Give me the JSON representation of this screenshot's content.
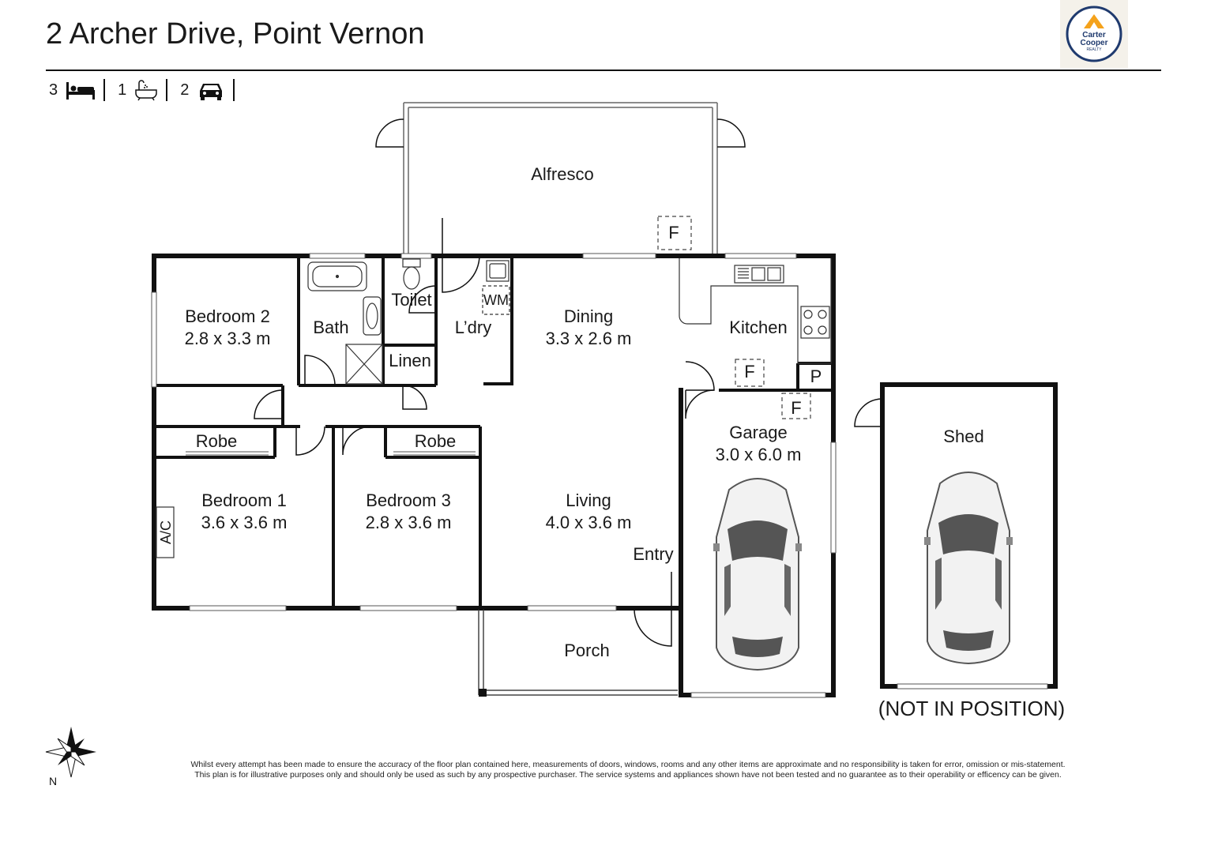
{
  "header": {
    "address": "2 Archer Drive, Point Vernon",
    "logo_text": [
      "Carter",
      "Cooper",
      "REALTY"
    ]
  },
  "features": {
    "bedrooms": "3",
    "bathrooms": "1",
    "cars": "2"
  },
  "rooms": {
    "alfresco": "Alfresco",
    "bedroom2_name": "Bedroom 2",
    "bedroom2_size": "2.8 x 3.3 m",
    "bath": "Bath",
    "toilet": "Toilet",
    "linen": "Linen",
    "laundry": "L’dry",
    "wm": "WM",
    "dining_name": "Dining",
    "dining_size": "3.3 x 2.6 m",
    "kitchen": "Kitchen",
    "pantry": "P",
    "fridge": "F",
    "robe1": "Robe",
    "robe3": "Robe",
    "bedroom1_name": "Bedroom 1",
    "bedroom1_size": "3.6 x 3.6 m",
    "ac": "A/C",
    "bedroom3_name": "Bedroom 3",
    "bedroom3_size": "2.8 x 3.6 m",
    "living_name": "Living",
    "living_size": "4.0 x 3.6 m",
    "entry": "Entry",
    "porch": "Porch",
    "garage_name": "Garage",
    "garage_size": "3.0 x 6.0 m",
    "shed": "Shed",
    "shed_note": "(NOT IN POSITION)"
  },
  "compass_label": "N",
  "disclaimer": [
    "Whilst every attempt has been made to ensure the accuracy of the floor plan contained here, measurements of doors, windows, rooms and any other items are approximate and no responsibility is taken for error, omission or mis-statement.",
    "This plan is for illustrative purposes only and should only be used as such by any prospective purchaser. The service systems and appliances shown have not been tested and no guarantee as to their operability or efficency can be given."
  ],
  "colors": {
    "logo_orange": "#f5a21b",
    "logo_navy": "#1f3a6e",
    "wall": "#111111",
    "car_glass": "#555555"
  }
}
